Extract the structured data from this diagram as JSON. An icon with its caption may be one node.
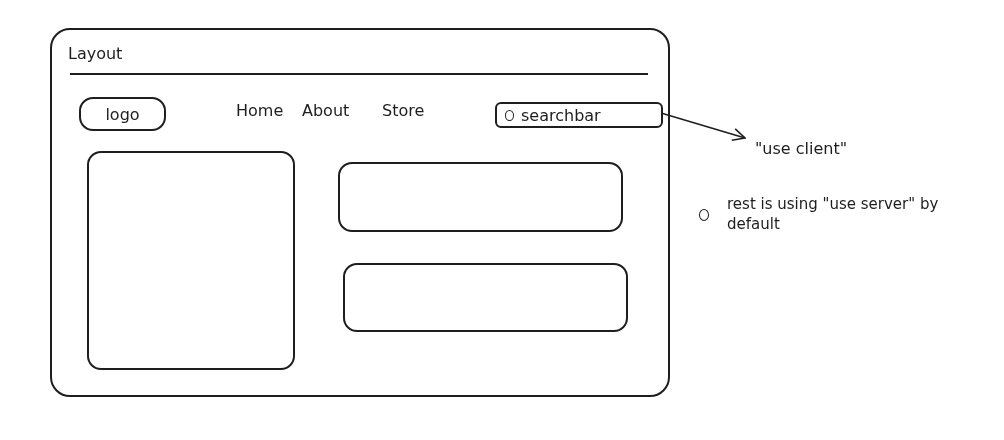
{
  "diagram": {
    "nodes": [
      {
        "text": [
          "Layout"
        ]
      },
      {
        "text": [
          "logo"
        ],
        "in": 0
      },
      {
        "text": [
          "searchbar"
        ],
        "in": 0
      },
      {
        "text": [],
        "shape": "box",
        "in": 0
      },
      {
        "text": [],
        "shape": "box",
        "in": 0
      },
      {
        "text": [],
        "shape": "box",
        "in": 0
      },
      {
        "text": [
          "\"use client\""
        ]
      }
    ],
    "edges": [
      {
        "from": 2,
        "to": 6,
        "arrow": "to"
      }
    ],
    "labels": [
      "Home",
      "About",
      "Store",
      "rest is using \"use server\" by default"
    ]
  }
}
